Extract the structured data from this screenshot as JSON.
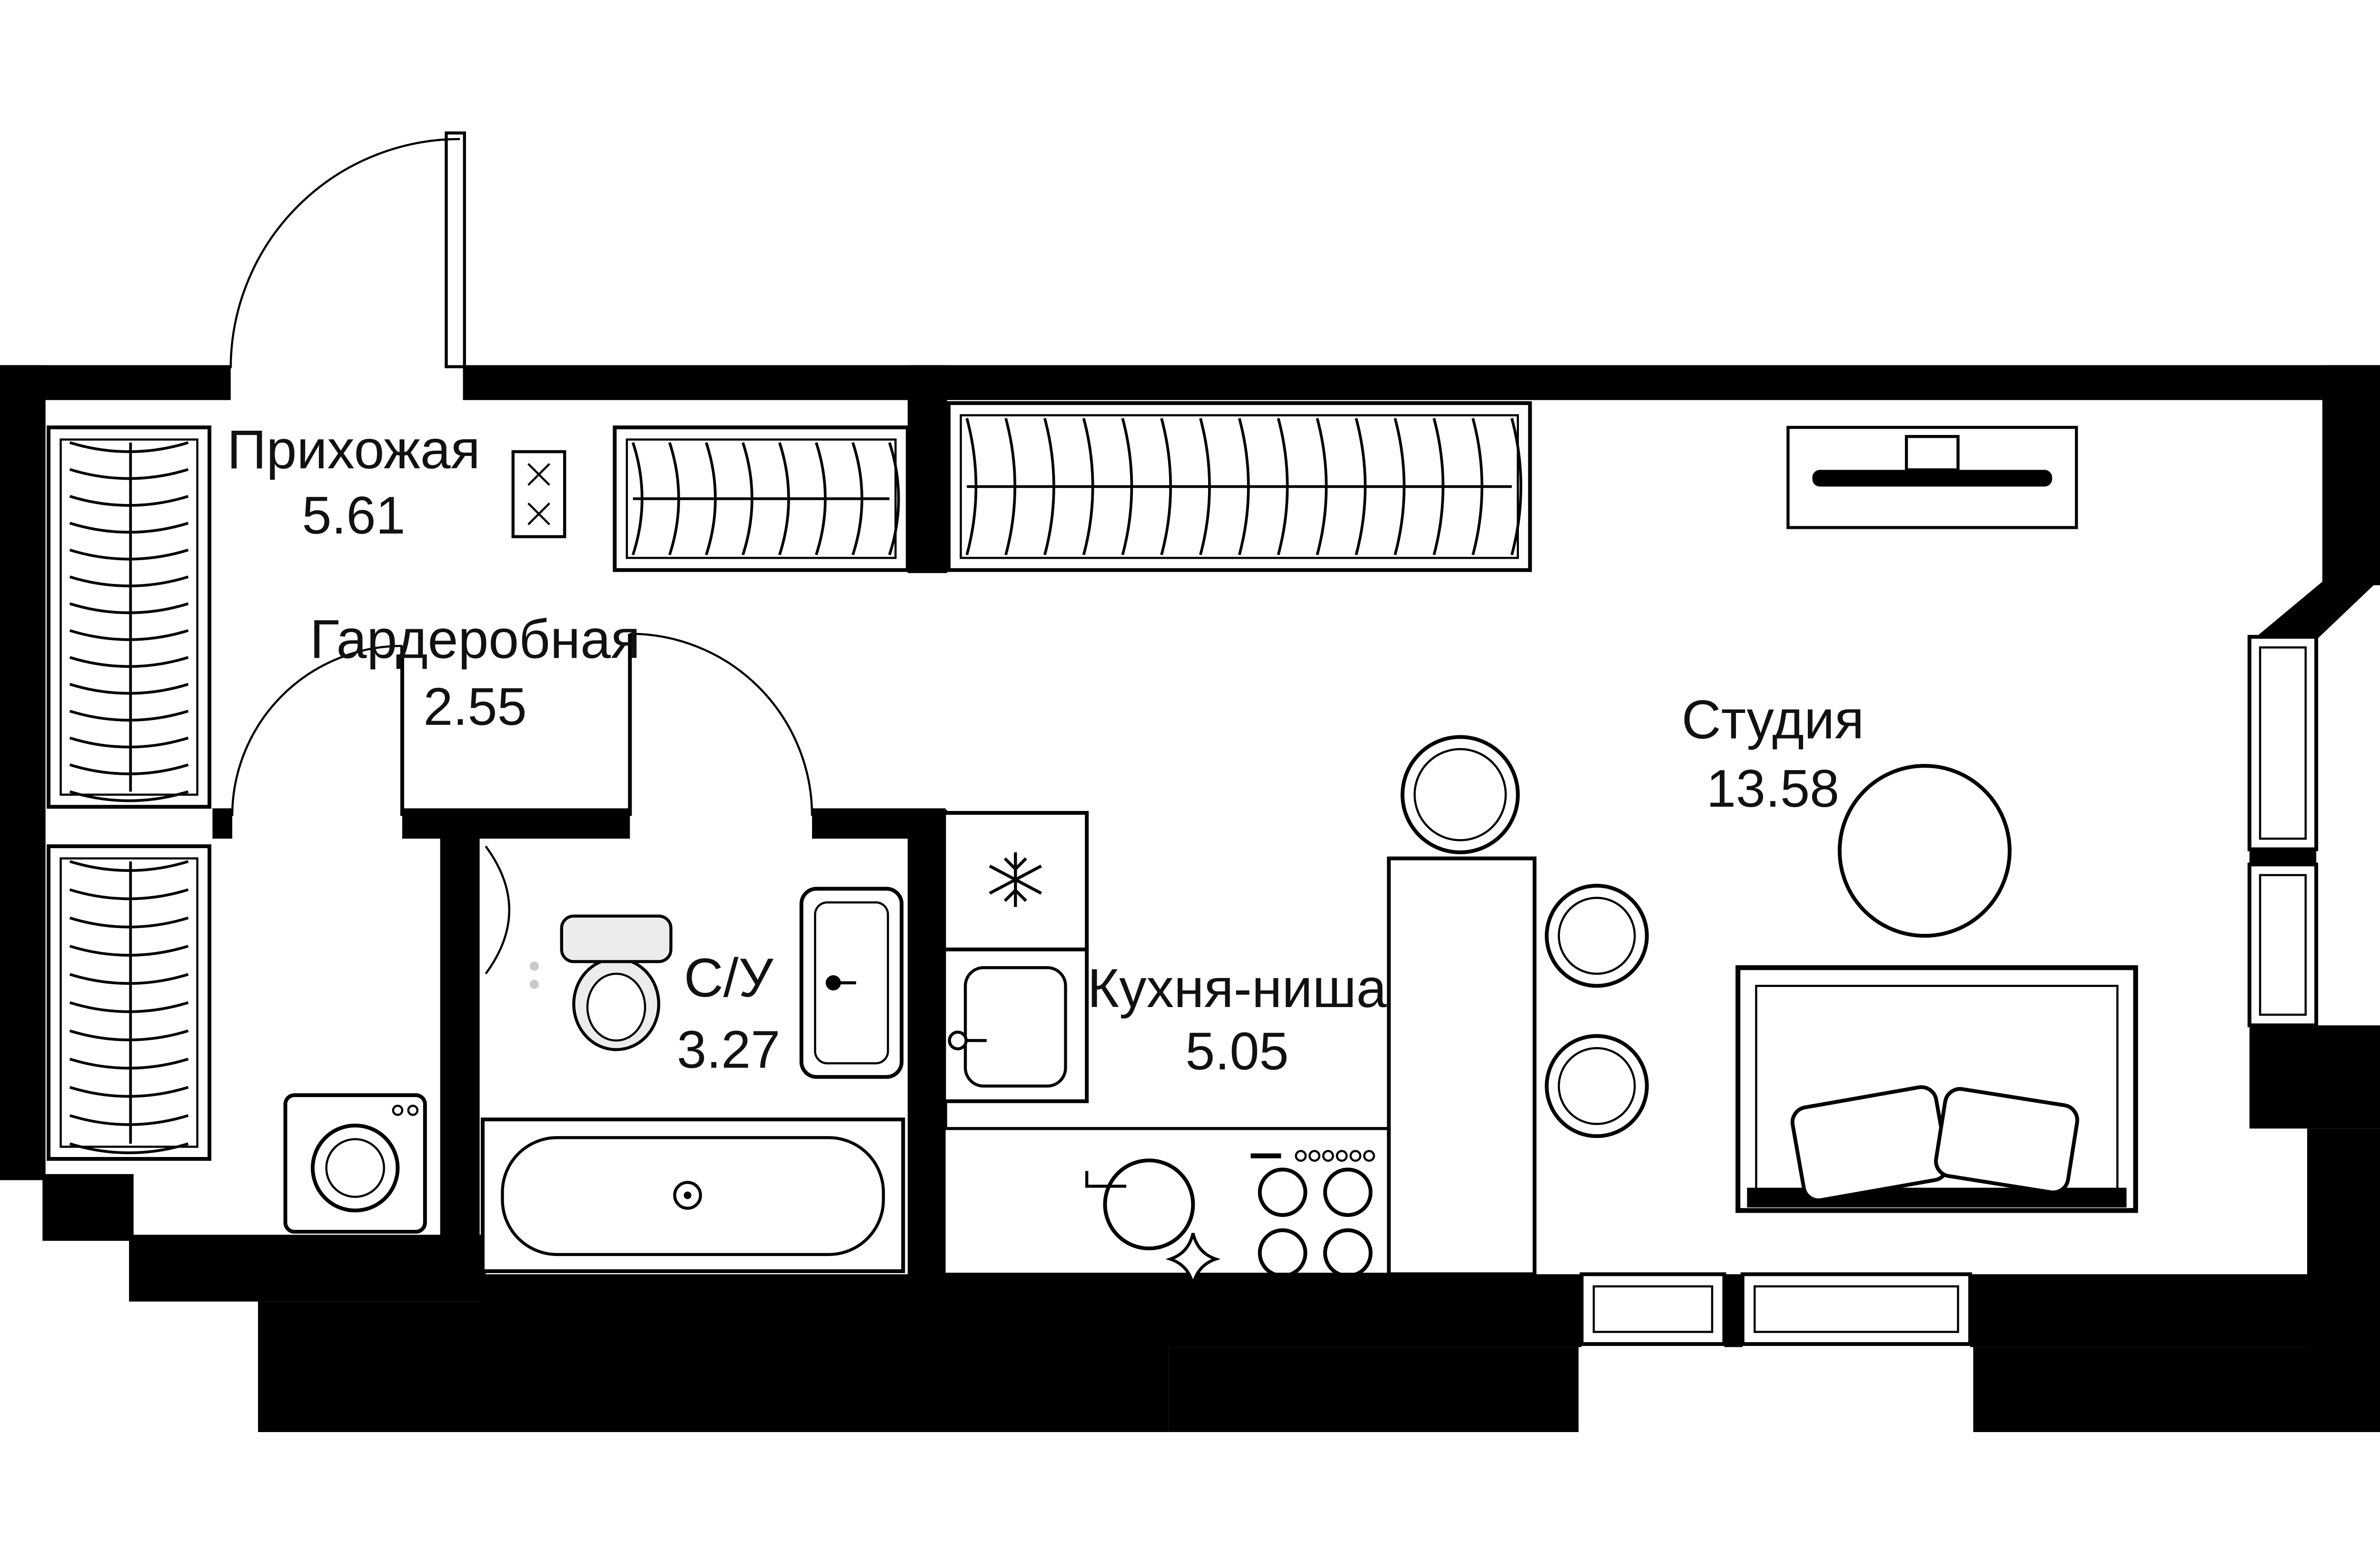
{
  "rooms": [
    {
      "id": "hallway",
      "name": "Прихожая",
      "area": "5.61"
    },
    {
      "id": "wardrobe",
      "name": "Гардеробная",
      "area": "2.55"
    },
    {
      "id": "bathroom",
      "name": "С/У",
      "area": "3.27"
    },
    {
      "id": "kitchen_niche",
      "name": "Кухня-ниша",
      "area": "5.05"
    },
    {
      "id": "studio",
      "name": "Студия",
      "area": "13.58"
    }
  ],
  "colors": {
    "wall": "#000000",
    "line": "#000000",
    "background": "#ffffff",
    "text": "#111111"
  },
  "icons": {
    "fridge-icon": "snowflake asterisk",
    "stove-icon": "four burner circles with knob dots",
    "dishwasher-icon": "circle with sparkle star",
    "wardrobe-rail-icon": "rail line with hanger hooks",
    "washing-machine-icon": "square with round door",
    "bathtub-icon": "rounded tub with drain",
    "toilet-icon": "tank and bowl",
    "sink-icon": "basin with faucet dot",
    "tv-icon": "black screen bar with mount",
    "bed-icon": "frame with two tilted pillows",
    "table-icon": "round table circle",
    "chair-icon": "concentric circles stool",
    "door-icon": "quarter-circle swing arc",
    "window-icon": "double-line frame"
  }
}
